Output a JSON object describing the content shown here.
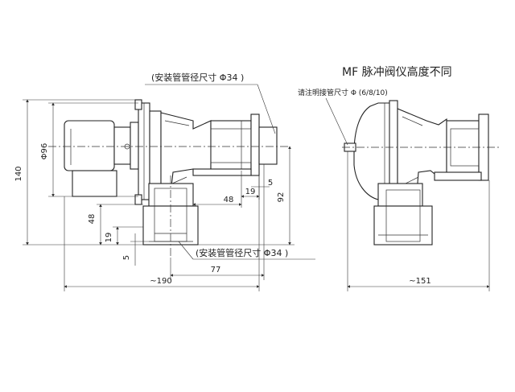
{
  "title": "MF 脉冲阀仪高度不同",
  "notes": {
    "install_top": "(安装管管径尺寸 Φ34 )",
    "install_bottom": "(安装管管径尺寸 Φ34 )",
    "connector": "请注明接管尺寸 Φ (6/8/10)"
  },
  "dimensions": {
    "d140": "140",
    "d96": "Φ96",
    "d48_left": "48",
    "d19_left": "19",
    "d5_left": "5",
    "d48_mid": "48",
    "d19_mid": "19",
    "d5_mid": "5",
    "d92": "92",
    "d77": "77",
    "d190": "~190",
    "d151": "~151"
  }
}
